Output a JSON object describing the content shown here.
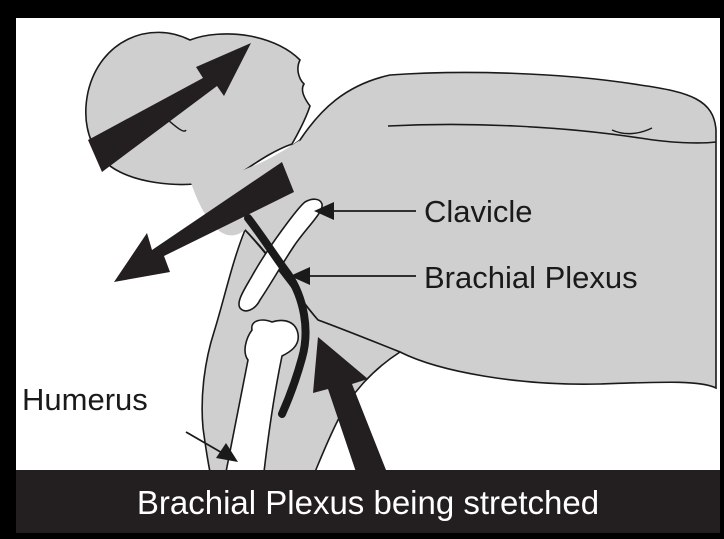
{
  "labels": {
    "clavicle": "Clavicle",
    "brachial_plexus": "Brachial Plexus",
    "humerus": "Humerus"
  },
  "caption": "Brachial Plexus being stretched",
  "colors": {
    "body_fill": "#cfcfcf",
    "outline": "#1a1a1a",
    "bone_fill": "#ffffff",
    "nerve": "#1a1a1a",
    "arrow": "#231f20",
    "caption_bg": "#231f20",
    "caption_text": "#ffffff",
    "frame": "#000000"
  }
}
